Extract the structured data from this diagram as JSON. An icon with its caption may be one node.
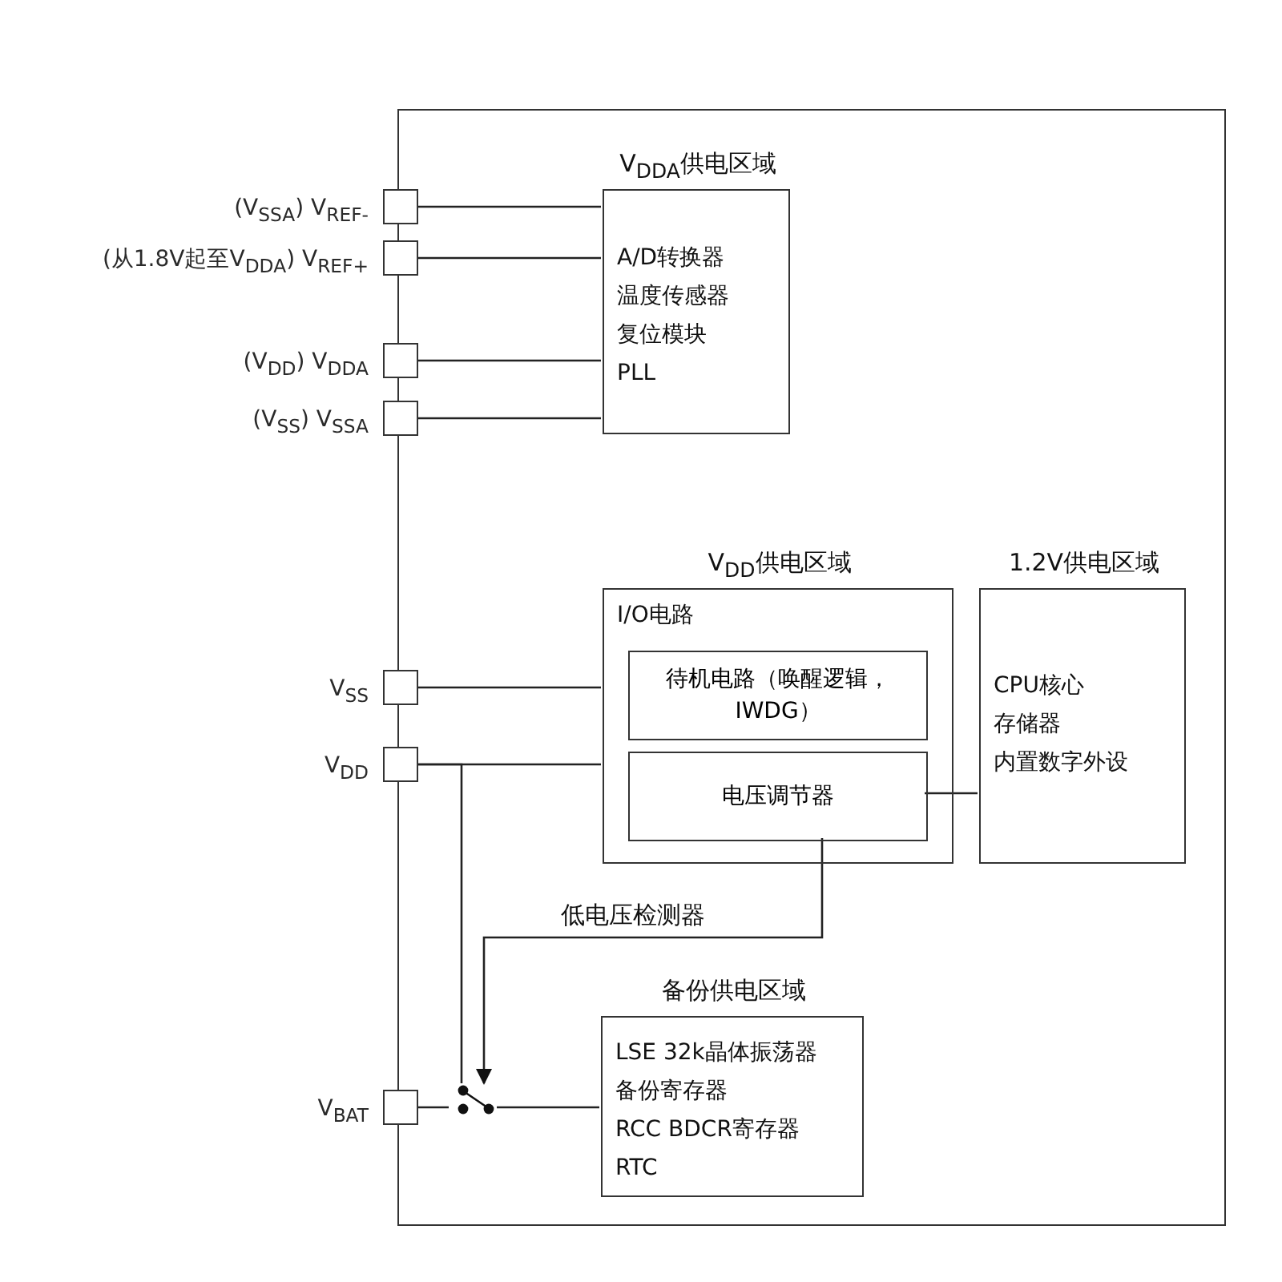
{
  "diagram": {
    "nodes": [
      {
        "text": [],
        "shape": "box"
      },
      {
        "text": [],
        "shape": "box",
        "beside": [
          "(V$_{SSA}$) V$_{REF-}$"
        ]
      },
      {
        "text": [],
        "shape": "box",
        "beside": [
          "(从1.8V起至V$_{DDA}$) V$_{REF+}$"
        ]
      },
      {
        "text": [],
        "shape": "box",
        "beside": [
          "(V$_{DD}$) V$_{DDA}$"
        ]
      },
      {
        "text": [],
        "shape": "box",
        "beside": [
          "(V$_{SS}$) V$_{SSA}$"
        ]
      },
      {
        "text": [
          "V$_{DDA}$供电区域",
          "A/D转换器",
          "温度传感器",
          "复位模块",
          "PLL"
        ],
        "in": 0
      },
      {
        "text": [],
        "shape": "box",
        "beside": [
          "V$_{SS}$"
        ]
      },
      {
        "text": [],
        "shape": "box",
        "beside": [
          "V$_{DD}$"
        ]
      },
      {
        "text": [
          "V$_{DD}$供电区域",
          "I/O电路"
        ],
        "in": 0
      },
      {
        "text": [
          "待机电路（唤醒逻辑，IWDG）"
        ],
        "in": 8
      },
      {
        "text": [
          "电压调节器"
        ],
        "in": 8
      },
      {
        "text": [
          "1.2V供电区域",
          "CPU核心",
          "存储器",
          "内置数字外设"
        ],
        "in": 0
      },
      {
        "text": [],
        "shape": "box",
        "beside": [
          "V$_{BAT}$"
        ]
      },
      {
        "text": [],
        "shape": "switch",
        "in": 0
      },
      {
        "text": [
          "备份供电区域",
          "LSE 32k晶体振荡器",
          "备份寄存器",
          "RCC BDCR寄存器",
          "RTC"
        ],
        "in": 0
      }
    ],
    "edges": [
      {
        "from": 1,
        "to": 5,
        "arrow": "none"
      },
      {
        "from": 2,
        "to": 5,
        "arrow": "none"
      },
      {
        "from": 3,
        "to": 5,
        "arrow": "none"
      },
      {
        "from": 4,
        "to": 5,
        "arrow": "none"
      },
      {
        "from": 6,
        "to": 8,
        "arrow": "none"
      },
      {
        "from": 7,
        "to": 8,
        "arrow": "none"
      },
      {
        "from": 7,
        "to": 13,
        "arrow": "none"
      },
      {
        "from": 10,
        "to": 11,
        "arrow": "none"
      },
      {
        "from": 10,
        "to": 13,
        "arrow": "to",
        "label": "低电压检测器"
      },
      {
        "from": 12,
        "to": 13,
        "arrow": "none"
      },
      {
        "from": 13,
        "to": 14,
        "arrow": "none"
      }
    ]
  }
}
